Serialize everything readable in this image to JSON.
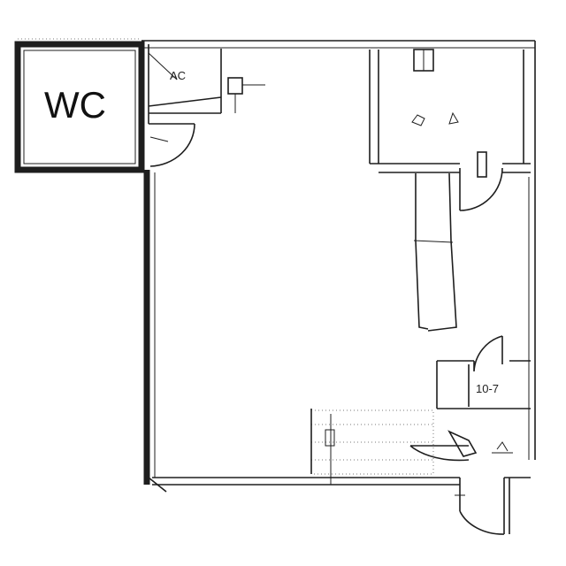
{
  "labels": {
    "wc": "WC",
    "ac": "AC",
    "room_number": "10-7"
  }
}
